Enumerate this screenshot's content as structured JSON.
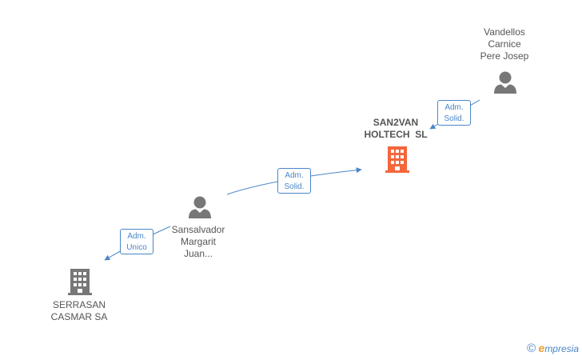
{
  "nodes": {
    "vandellos": {
      "lines": [
        "Vandellos",
        "Carnice",
        "Pere Josep"
      ],
      "type": "person"
    },
    "san2van": {
      "lines": [
        "SAN2VAN",
        "HOLTECH  SL"
      ],
      "type": "company",
      "color": "#f4663b"
    },
    "sansalvador": {
      "lines": [
        "Sansalvador",
        "Margarit",
        "Juan..."
      ],
      "type": "person"
    },
    "serrasan": {
      "lines": [
        "SERRASAN",
        "CASMAR SA"
      ],
      "type": "company",
      "color": "#777777"
    }
  },
  "edges": [
    {
      "from": "vandellos",
      "to": "san2van",
      "label_lines": [
        "Adm.",
        "Solid."
      ]
    },
    {
      "from": "sansalvador",
      "to": "san2van",
      "label_lines": [
        "Adm.",
        "Solid."
      ]
    },
    {
      "from": "sansalvador",
      "to": "serrasan",
      "label_lines": [
        "Adm.",
        "Unico"
      ]
    }
  ],
  "colors": {
    "edge": "#4a86c8",
    "person_icon": "#777777",
    "label_text": "#555555"
  },
  "brand": {
    "copyright": "©",
    "e": "e",
    "rest": "mpresia"
  }
}
